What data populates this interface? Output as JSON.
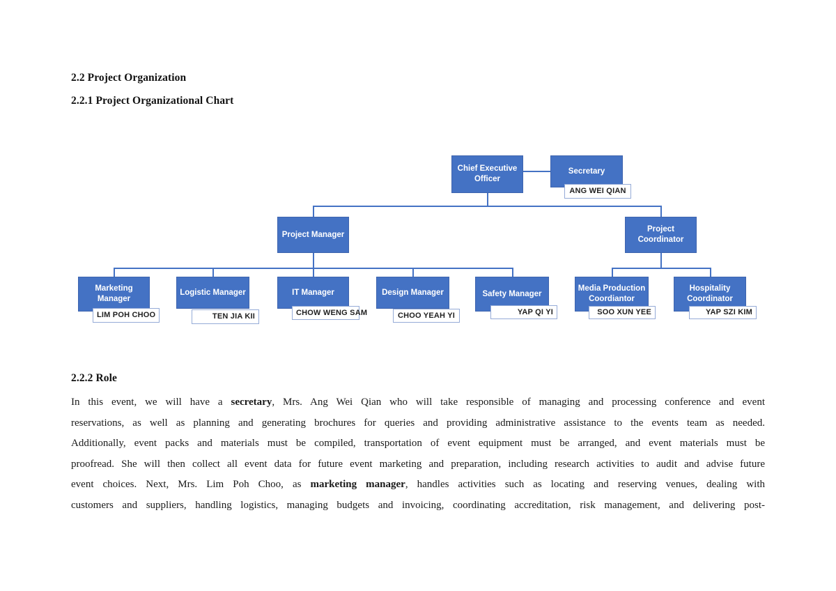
{
  "page": {
    "heading1": "2.2 Project Organization",
    "heading2": "2.2.1 Project Organizational Chart",
    "heading3": "2.2.2 Role"
  },
  "org_chart": {
    "colors": {
      "box_fill": "#4472C4",
      "box_border": "#3E64AE",
      "connector": "#4472C4",
      "label_border": "#95ABD7",
      "label_text": "#1F1F1F"
    },
    "nodes": [
      {
        "id": "ceo",
        "title": "Chief Executive Officer",
        "parent": null
      },
      {
        "id": "secretary",
        "title": "Secretary",
        "person": "ANG WEI QIAN",
        "parent": "ceo"
      },
      {
        "id": "project-manager",
        "title": "Project Manager",
        "parent": "ceo"
      },
      {
        "id": "project-coordinator",
        "title": "Project Coordinator",
        "parent": "ceo"
      },
      {
        "id": "marketing-manager",
        "title": "Marketing Manager",
        "person": "LIM POH CHOO",
        "parent": "project-manager"
      },
      {
        "id": "logistic-manager",
        "title": "Logistic Manager",
        "person": "TEN JIA KII",
        "parent": "project-manager"
      },
      {
        "id": "it-manager",
        "title": "IT Manager",
        "person": "CHOW WENG SAM",
        "parent": "project-manager"
      },
      {
        "id": "design-manager",
        "title": "Design Manager",
        "person": "CHOO YEAH YI",
        "parent": "project-manager"
      },
      {
        "id": "safety-manager",
        "title": "Safety Manager",
        "person": "YAP QI YI",
        "parent": "project-manager"
      },
      {
        "id": "media-production-coordiantor",
        "title": "Media Production Coordiantor",
        "person": "SOO XUN YEE",
        "parent": "project-coordinator"
      },
      {
        "id": "hospitality-coordinator",
        "title": "Hospitality Coordinator",
        "person": "YAP SZI KIM",
        "parent": "project-coordinator"
      }
    ]
  },
  "role_section": {
    "lines": [
      [
        {
          "t": "In this event, we will have a "
        },
        {
          "t": "secretary",
          "b": true
        },
        {
          "t": ", Mrs. Ang Wei Qian who will take responsible of managing and processing conference and event"
        }
      ],
      [
        {
          "t": "reservations, as well as planning and generating brochures for queries and providing administrative assistance to the events team as needed."
        }
      ],
      [
        {
          "t": "Additionally, event packs and materials must be compiled, transportation of event equipment must be arranged, and event materials must be"
        }
      ],
      [
        {
          "t": "proofread. She will then collect all event data for future event marketing and preparation, including research activities to audit and advise future"
        }
      ],
      [
        {
          "t": "event choices. Next, Mrs. Lim Poh Choo, as "
        },
        {
          "t": "marketing manager",
          "b": true
        },
        {
          "t": ", handles activities such as locating and reserving venues, dealing with"
        }
      ],
      [
        {
          "t": "customers and suppliers, handling logistics, managing budgets and invoicing, coordinating accreditation, risk management, and delivering post-"
        }
      ]
    ]
  }
}
